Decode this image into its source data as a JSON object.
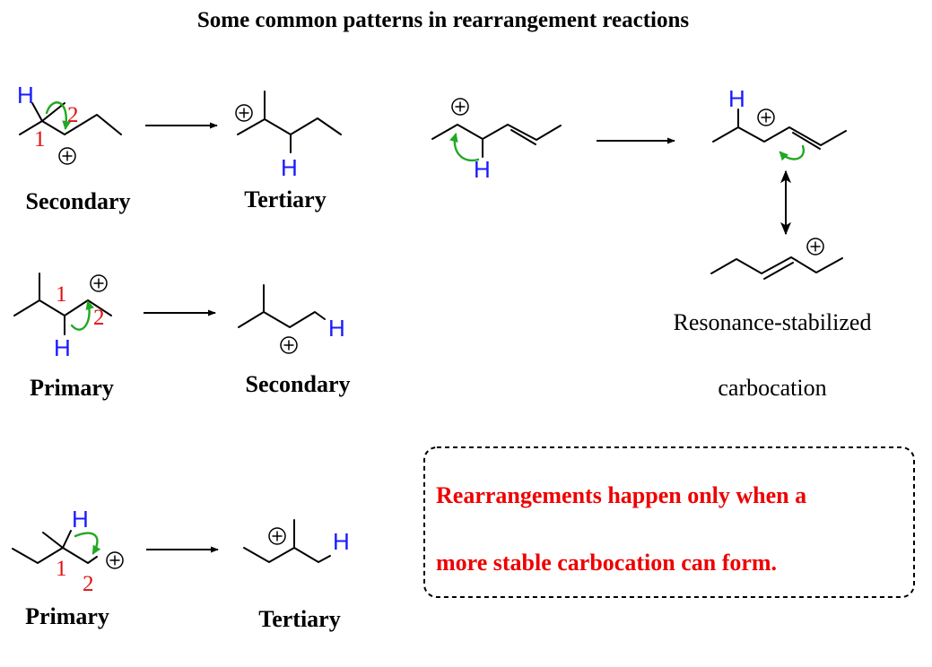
{
  "title": "Some common patterns in rearrangement reactions",
  "atom_label": "H",
  "carbon_numbers": {
    "one": "1",
    "two": "2"
  },
  "reactions": [
    {
      "reactant_label": "Secondary",
      "product_label": "Tertiary"
    },
    {
      "reactant_label": "Primary",
      "product_label": "Secondary"
    },
    {
      "reactant_label": "Primary",
      "product_label": "Tertiary"
    }
  ],
  "resonance": {
    "line1": "Resonance-stabilized",
    "line2": "carbocation"
  },
  "note": {
    "line1": "Rearrangements happen only when a",
    "line2": "more stable carbocation can form."
  },
  "colors": {
    "hydrogen": "#1a1aff",
    "numbers": "#e01010",
    "note": "#ee0000",
    "curved_arrow": "#22a822"
  }
}
